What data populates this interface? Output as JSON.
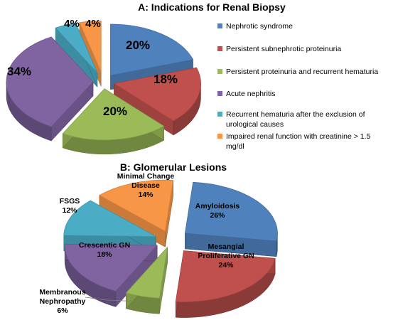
{
  "chart_data": [
    {
      "type": "pie",
      "style": "3d-exploded",
      "title": "A: Indications for Renal Biopsy",
      "legend_position": "right",
      "slices": [
        {
          "label": "Nephrotic syndrome",
          "display": "20%",
          "value": 20,
          "color": "#4F81BD"
        },
        {
          "label": "Persistent subnephrotic proteinuria",
          "display": "18%",
          "value": 18,
          "color": "#C0504D"
        },
        {
          "label": "Persistent proteinuria and recurrent hematuria",
          "display": "20%",
          "value": 20,
          "color": "#9BBB59"
        },
        {
          "label": "Acute nephritis",
          "display": "34%",
          "value": 34,
          "color": "#8064A2"
        },
        {
          "label": "Recurrent hematuria after the exclusion of urological causes",
          "display": "4%",
          "value": 4,
          "color": "#4BACC6"
        },
        {
          "label": "Impaired renal function with creatinine > 1.5 mg/dl",
          "display": "4%",
          "value": 4,
          "color": "#F79646"
        }
      ]
    },
    {
      "type": "pie",
      "style": "3d-exploded",
      "title": "B: Glomerular Lesions",
      "legend_position": "none",
      "slices": [
        {
          "label": "Amyloidosis",
          "display": "26%",
          "value": 26,
          "color": "#4F81BD"
        },
        {
          "label": "Mesangial Proliferative GN",
          "display": "24%",
          "value": 24,
          "color": "#C0504D"
        },
        {
          "label": "Membranous Nephropathy",
          "display": "6%",
          "value": 6,
          "color": "#9BBB59"
        },
        {
          "label": "Crescentic GN",
          "display": "18%",
          "value": 18,
          "color": "#8064A2"
        },
        {
          "label": "FSGS",
          "display": "12%",
          "value": 12,
          "color": "#4BACC6"
        },
        {
          "label": "Minimal Change Disease",
          "display": "14%",
          "value": 14,
          "color": "#F79646"
        }
      ]
    }
  ]
}
